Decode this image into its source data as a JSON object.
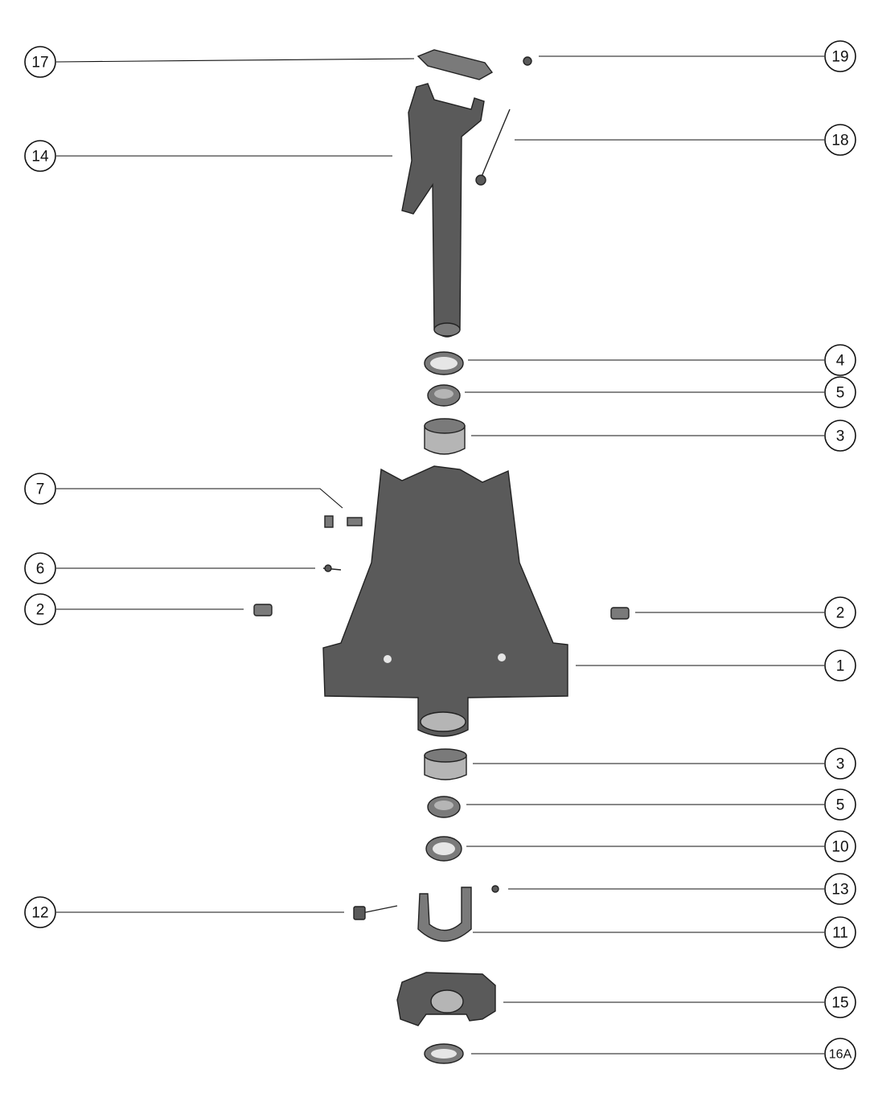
{
  "diagram": {
    "type": "exploded-parts-view",
    "callouts": [
      {
        "id": "c17-left",
        "label": "17"
      },
      {
        "id": "c19",
        "label": "19"
      },
      {
        "id": "c14",
        "label": "14"
      },
      {
        "id": "c18",
        "label": "18"
      },
      {
        "id": "c4",
        "label": "4"
      },
      {
        "id": "c5-top",
        "label": "5"
      },
      {
        "id": "c3-top",
        "label": "3"
      },
      {
        "id": "c7",
        "label": "7"
      },
      {
        "id": "c6",
        "label": "6"
      },
      {
        "id": "c2-left",
        "label": "2"
      },
      {
        "id": "c2-right",
        "label": "2"
      },
      {
        "id": "c1",
        "label": "1"
      },
      {
        "id": "c3-bottom",
        "label": "3"
      },
      {
        "id": "c5-bottom",
        "label": "5"
      },
      {
        "id": "c10",
        "label": "10"
      },
      {
        "id": "c13",
        "label": "13"
      },
      {
        "id": "c12",
        "label": "12"
      },
      {
        "id": "c11",
        "label": "11"
      },
      {
        "id": "c15",
        "label": "15"
      },
      {
        "id": "c16a",
        "label": "16A"
      }
    ]
  }
}
